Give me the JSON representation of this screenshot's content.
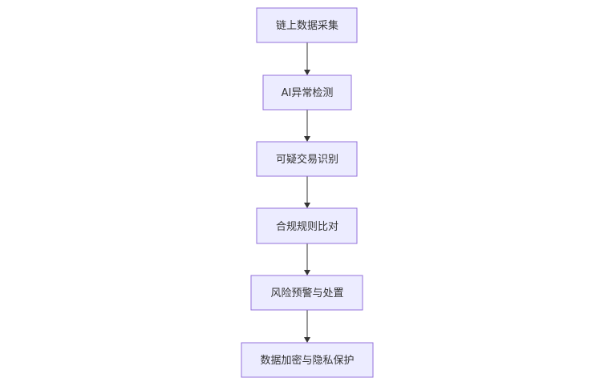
{
  "flowchart": {
    "direction": "top-down",
    "colors": {
      "node_fill": "#ECECFF",
      "node_border": "#9370DB",
      "text": "#333333",
      "edge": "#333333"
    },
    "nodes": [
      {
        "id": "n1",
        "label": "链上数据采集"
      },
      {
        "id": "n2",
        "label": "AI异常检测"
      },
      {
        "id": "n3",
        "label": "可疑交易识别"
      },
      {
        "id": "n4",
        "label": "合规规则比对"
      },
      {
        "id": "n5",
        "label": "风险预警与处置"
      },
      {
        "id": "n6",
        "label": "数据加密与隐私保护"
      }
    ],
    "edges": [
      {
        "from": "n1",
        "to": "n2"
      },
      {
        "from": "n2",
        "to": "n3"
      },
      {
        "from": "n3",
        "to": "n4"
      },
      {
        "from": "n4",
        "to": "n5"
      },
      {
        "from": "n5",
        "to": "n6"
      }
    ]
  }
}
